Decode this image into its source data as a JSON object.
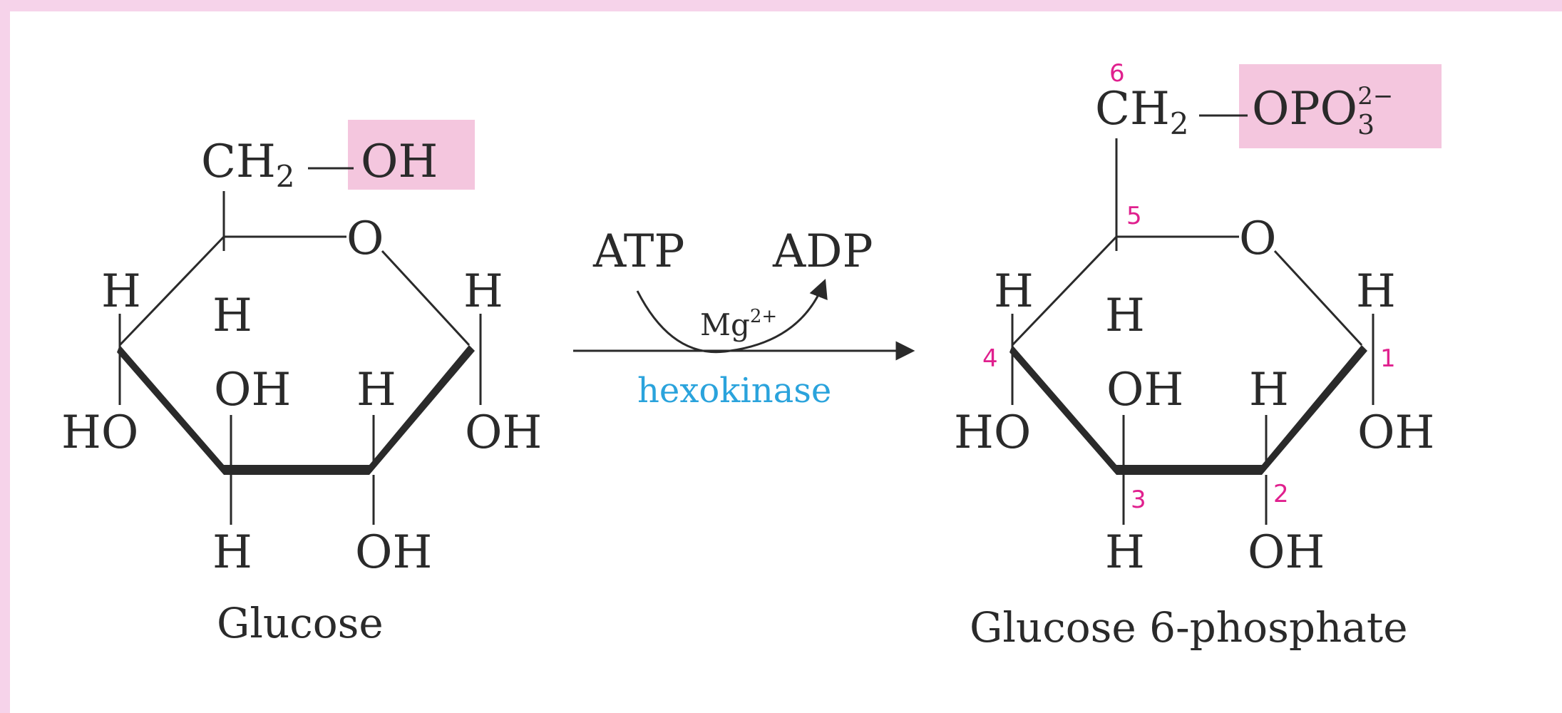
{
  "colors": {
    "border": "#f6d3ea",
    "highlight": "#f4c6de",
    "number": "#e0208e",
    "enzyme": "#2aa3dc",
    "ink": "#2a2a2a"
  },
  "glucose": {
    "ch2": "CH",
    "ch2_sub": "2",
    "oh_highlight": "OH",
    "ring_o": "O",
    "h_left_up": "H",
    "h_c5": "H",
    "h_right_up": "H",
    "oh_c3": "OH",
    "h_c2": "H",
    "ho_left": "HO",
    "oh_right": "OH",
    "h_c3_bottom": "H",
    "oh_c2_bottom": "OH",
    "name": "Glucose"
  },
  "reaction": {
    "atp": "ATP",
    "adp": "ADP",
    "mg": "Mg",
    "mg_charge": "2+",
    "enzyme": "hexokinase"
  },
  "product": {
    "ch2": "CH",
    "ch2_sub": "2",
    "opo": "OPO",
    "opo_sub": "3",
    "opo_charge": "2−",
    "ring_o": "O",
    "h_left_up": "H",
    "h_c5": "H",
    "h_right_up": "H",
    "oh_c3": "OH",
    "h_c2": "H",
    "ho_left": "HO",
    "oh_right": "OH",
    "h_c3_bottom": "H",
    "oh_c2_bottom": "OH",
    "name": "Glucose 6-phosphate",
    "numbers": [
      "1",
      "2",
      "3",
      "4",
      "5",
      "6"
    ]
  }
}
